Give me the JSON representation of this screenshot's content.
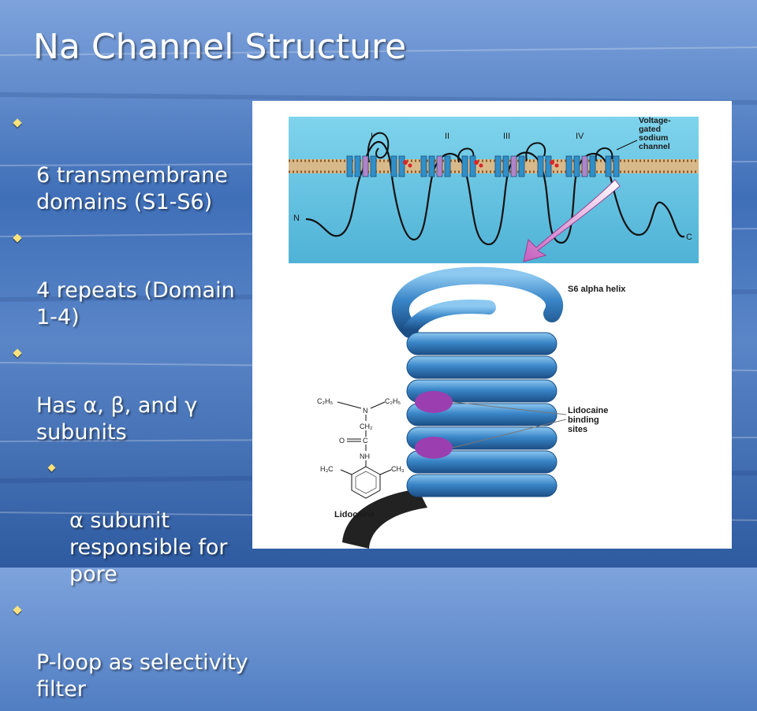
{
  "slide": {
    "title": "Na Channel Structure",
    "bullets": [
      {
        "text": "6 transmembrane domains (S1-S6)",
        "level": 1
      },
      {
        "text": "4 repeats (Domain 1-4)",
        "level": 1
      },
      {
        "text": "Has α, β, and γ subunits",
        "level": 1
      },
      {
        "text": "α subunit responsible for pore",
        "level": 2
      },
      {
        "text": "P-loop as selectivity filter",
        "level": 1
      }
    ]
  },
  "figure": {
    "domain_labels": [
      "I",
      "II",
      "III",
      "IV"
    ],
    "channel_label": "Voltage-gated sodium channel",
    "n_terminus": "N",
    "c_terminus": "C",
    "helix_label": "S6 alpha helix",
    "binding_label": "Lidocaine binding sites",
    "drug_name": "Lidocaine",
    "chem": {
      "c2h5_left": "C₂H₅",
      "c2h5_right": "C₂H₅",
      "n_top": "N",
      "ch2": "CH₂",
      "o_eq": "O",
      "c": "C",
      "nh": "NH",
      "h3c": "H₃C",
      "ch3": "CH₃"
    }
  },
  "colors": {
    "membrane_bg": "#5bc0de",
    "segment": "#2f8fc9",
    "segment_purple": "#b184c9",
    "helix": "#3a86c8",
    "binding_site": "#9b3fb0",
    "arrow": "#c65fbf",
    "bullet": "#ffe27a"
  }
}
